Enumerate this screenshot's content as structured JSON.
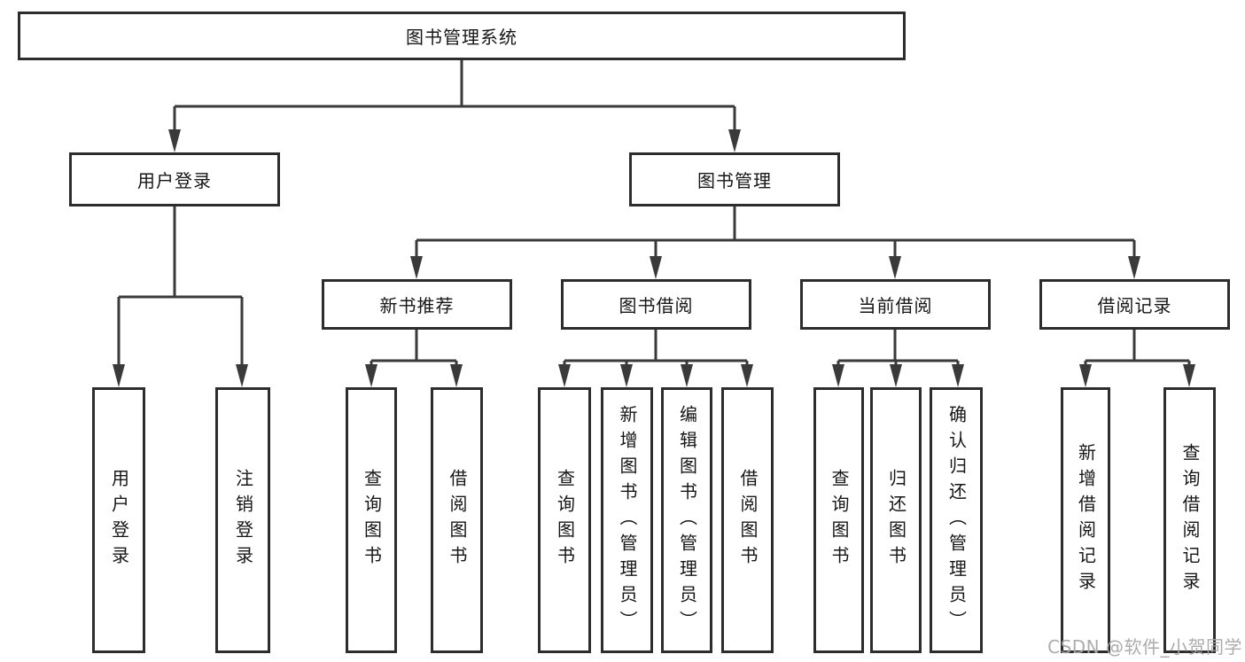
{
  "diagram": {
    "root": {
      "label": "图书管理系统"
    },
    "branches": [
      {
        "label": "用户登录",
        "children": [
          {
            "label": "用户登录"
          },
          {
            "label": "注销登录"
          }
        ]
      },
      {
        "label": "图书管理",
        "children": [
          {
            "label": "新书推荐",
            "children": [
              {
                "label": "查询图书"
              },
              {
                "label": "借阅图书"
              }
            ]
          },
          {
            "label": "图书借阅",
            "children": [
              {
                "label": "查询图书"
              },
              {
                "label": "新增图书（管理员）"
              },
              {
                "label": "编辑图书（管理员）"
              },
              {
                "label": "借阅图书"
              }
            ]
          },
          {
            "label": "当前借阅",
            "children": [
              {
                "label": "查询图书"
              },
              {
                "label": "归还图书"
              },
              {
                "label": "确认归还（管理员）"
              }
            ]
          },
          {
            "label": "借阅记录",
            "children": [
              {
                "label": "新增借阅记录"
              },
              {
                "label": "查询借阅记录"
              }
            ]
          }
        ]
      }
    ]
  },
  "watermark": {
    "text": "CSDN @软件_小贺同学"
  },
  "colors": {
    "line": "#3a3a3a",
    "box_border": "#2d2d2d",
    "box_fill": "#ffffff",
    "text": "#161616",
    "watermark": "#a8a8a8"
  }
}
